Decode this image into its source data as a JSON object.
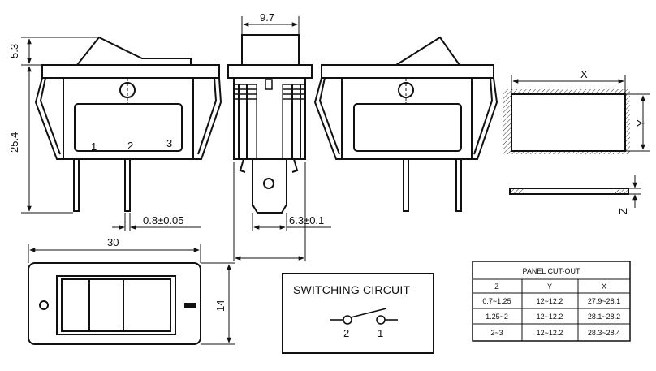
{
  "dimensions": {
    "top_width": "9.7",
    "rocker_height": "5.3",
    "body_height": "25.4",
    "pin_thickness": "0.8±0.05",
    "tab_width": "6.3±0.1",
    "bezel_length": "30",
    "bezel_height": "14",
    "cutout_x": "X",
    "cutout_y": "Y",
    "cutout_z": "Z"
  },
  "pins": [
    "1",
    "2",
    "3"
  ],
  "switching_circuit": {
    "title": "SWITCHING CIRCUIT",
    "terminal_left": "2",
    "terminal_right": "1"
  },
  "panel_cutout": {
    "title": "PANEL CUT-OUT",
    "headers": [
      "Z",
      "Y",
      "X"
    ],
    "rows": [
      [
        "0.7~1.25",
        "12~12.2",
        "27.9~28.1"
      ],
      [
        "1.25~2",
        "12~12.2",
        "28.1~28.2"
      ],
      [
        "2~3",
        "12~12.2",
        "28.3~28.4"
      ]
    ]
  }
}
